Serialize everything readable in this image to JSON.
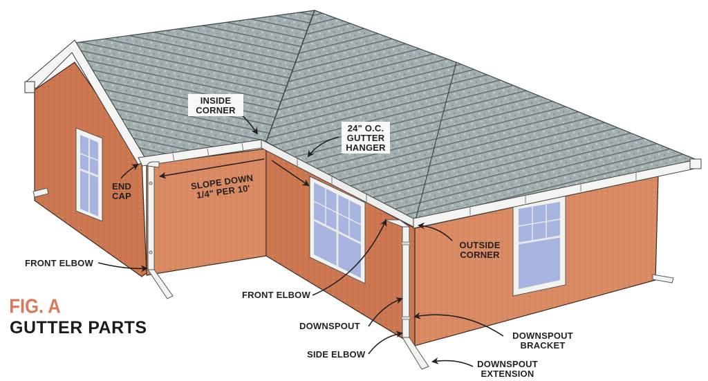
{
  "figure": {
    "figure_number": "FIG. A",
    "title": "GUTTER PARTS",
    "colors": {
      "figure_number": "#d9785a",
      "title": "#1f1a17",
      "roof": "#9aa6a8",
      "roof_lines": "#5b6568",
      "wall_light": "#d98a62",
      "wall_dark": "#c9744e",
      "window_glass": "#a8b4e0",
      "trim": "#f4f4f2",
      "label_text": "#231f20"
    }
  },
  "labels": {
    "inside_corner": {
      "line1": "INSIDE",
      "line2": "CORNER"
    },
    "gutter_hanger": {
      "line1": "24\" O.C.",
      "line2": "GUTTER",
      "line3": "HANGER"
    },
    "end_cap": {
      "line1": "END",
      "line2": "CAP"
    },
    "slope": {
      "line1": "SLOPE DOWN",
      "line2": "1/4\" PER 10'"
    },
    "front_elbow_left": "FRONT ELBOW",
    "front_elbow_center": "FRONT ELBOW",
    "outside_corner": {
      "line1": "OUTSIDE",
      "line2": "CORNER"
    },
    "downspout": "DOWNSPOUT",
    "downspout_bracket": {
      "line1": "DOWNSPOUT",
      "line2": "BRACKET"
    },
    "side_elbow": "SIDE ELBOW",
    "downspout_extension": {
      "line1": "DOWNSPOUT",
      "line2": "EXTENSION"
    }
  }
}
